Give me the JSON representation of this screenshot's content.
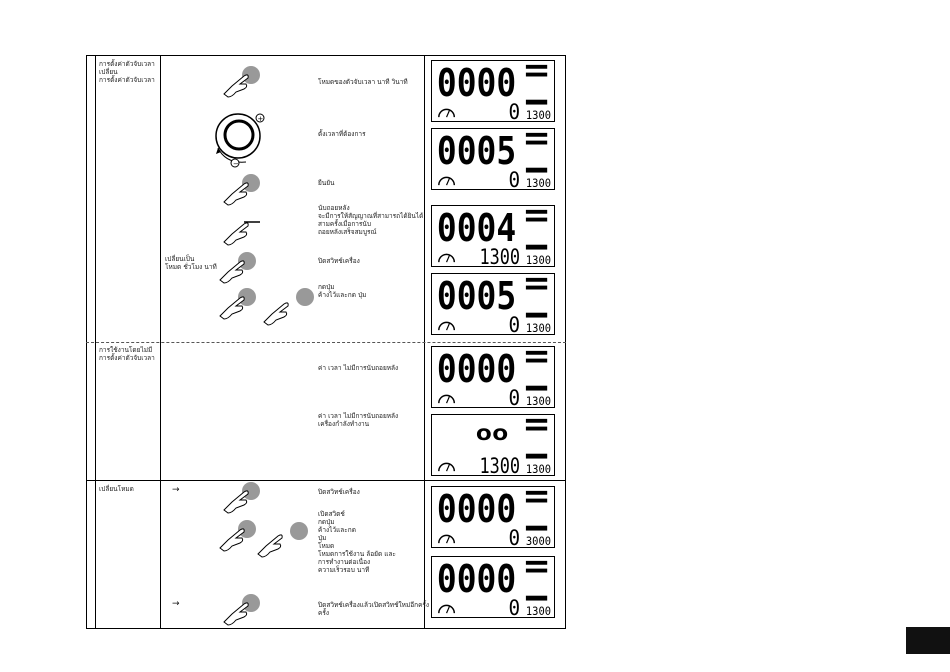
{
  "rows": {
    "row1_heading": [
      "การตั้งค่าตัวจับเวลา",
      "เปลี่ยน",
      "การตั้งค่าตัวจับเวลา"
    ],
    "row2_heading": [
      "การใช้งานโดยไม่มี",
      "การตั้งค่าตัวจับเวลา"
    ],
    "row3_heading": [
      "เปลี่ยนโหมด"
    ]
  },
  "side_note": [
    "เปลี่ยนเป็น",
    "โหมด ชั่วโมง นาที"
  ],
  "steps": {
    "s1": [
      "โหมดของตัวจับเวลา นาที วินาที"
    ],
    "s2": [
      "ตั้งเวลาที่ต้องการ"
    ],
    "s3": [
      "ยืนยัน"
    ],
    "s4": [
      "นับถอยหลัง",
      "จะมีการให้สัญญาณที่สามารถได้ยินได้",
      "สามครั้งเมื่อการนับ",
      "ถอยหลังเสร็จสมบูรณ์"
    ],
    "s5": [
      "ปิดสวิทช์เครื่อง"
    ],
    "s6": [
      "กดปุ่ม",
      "ค้างไว้และกด ปุ่ม"
    ],
    "s7": [
      "ค่า  เวลา       ไม่มีการนับถอยหลัง"
    ],
    "s8": [
      "ค่า  เวลา       ไม่มีการนับถอยหลัง",
      "เครื่องกำลังทำงาน"
    ],
    "s9": [
      "ปิดสวิทช์เครื่อง"
    ],
    "s10": [
      "เปิดสวิตช์",
      "กดปุ่ม",
      "ค้างไว้และกด",
      "ปุ่ม",
      "โหมด",
      "โหมดการใช้งาน  ล้อยัด  และ",
      "  การทำงานต่อเนื่อง",
      "ความเร็วรอบ              นาที"
    ],
    "s11": [
      "ปิดสวิทช์เครื่องแล้วเปิดสวิทช์ใหม่อีกครั้ง",
      "ครั้ง"
    ]
  },
  "lcd": [
    {
      "main": "0000",
      "sub": "0",
      "small": "1300"
    },
    {
      "main": "0005",
      "sub": "0",
      "small": "1300"
    },
    {
      "main": "0004",
      "sub": "1300",
      "small": "1300"
    },
    {
      "main": "0005",
      "sub": "0",
      "small": "1300"
    },
    {
      "main": "0000",
      "sub": "0",
      "small": "1300"
    },
    {
      "main": "oo",
      "sub": "1300",
      "small": "1300"
    },
    {
      "main": "0000",
      "sub": "0",
      "small": "3000"
    },
    {
      "main": "0000",
      "sub": "0",
      "small": "1300"
    }
  ],
  "arrows": [
    "→",
    "→"
  ],
  "icons": [
    "finger-press-icon",
    "dial-knob-icon",
    "plus-icon",
    "minus-icon",
    "gauge-icon"
  ]
}
